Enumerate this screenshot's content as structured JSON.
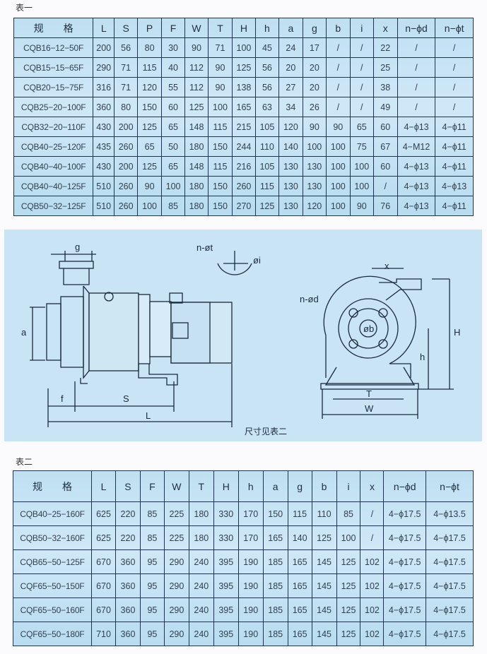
{
  "table1": {
    "caption": "表一",
    "headers": [
      "规　　格",
      "L",
      "S",
      "P",
      "F",
      "W",
      "T",
      "H",
      "h",
      "a",
      "g",
      "b",
      "i",
      "x",
      "n−ϕd",
      "n−ϕt"
    ],
    "rows": [
      [
        "CQB16−12−50F",
        "200",
        "56",
        "80",
        "30",
        "90",
        "71",
        "100",
        "45",
        "24",
        "17",
        "/",
        "/",
        "22",
        "/",
        "/"
      ],
      [
        "CQB15−15−65F",
        "290",
        "71",
        "115",
        "40",
        "112",
        "90",
        "125",
        "56",
        "20",
        "20",
        "/",
        "/",
        "25",
        "/",
        "/"
      ],
      [
        "CQB20−15−75F",
        "316",
        "71",
        "120",
        "55",
        "112",
        "90",
        "138",
        "56",
        "27",
        "20",
        "/",
        "/",
        "38",
        "/",
        "/"
      ],
      [
        "CQB25−20−100F",
        "360",
        "80",
        "150",
        "60",
        "125",
        "100",
        "165",
        "63",
        "34",
        "26",
        "/",
        "/",
        "49",
        "/",
        "/"
      ],
      [
        "CQB32−20−110F",
        "430",
        "200",
        "125",
        "65",
        "148",
        "115",
        "215",
        "105",
        "120",
        "90",
        "90",
        "65",
        "60",
        "4−ϕ13",
        "4−ϕ11"
      ],
      [
        "CQB40−25−120F",
        "435",
        "260",
        "65",
        "50",
        "180",
        "150",
        "244",
        "110",
        "140",
        "100",
        "100",
        "75",
        "67",
        "4−M12",
        "4−ϕ11"
      ],
      [
        "CQB40−40−100F",
        "430",
        "200",
        "125",
        "65",
        "148",
        "115",
        "216",
        "105",
        "130",
        "130",
        "100",
        "100",
        "60",
        "4−ϕ13",
        "4−ϕ11"
      ],
      [
        "CQB40−40−125F",
        "510",
        "260",
        "90",
        "100",
        "180",
        "150",
        "260",
        "115",
        "130",
        "130",
        "100",
        "100",
        "/",
        "4−ϕ13",
        "4−ϕ13"
      ],
      [
        "CQB50−32−125F",
        "510",
        "260",
        "100",
        "85",
        "180",
        "150",
        "270",
        "125",
        "130",
        "120",
        "100",
        "90",
        "76",
        "4−ϕ13",
        "4−ϕ11"
      ]
    ]
  },
  "diagram": {
    "note": "尺寸见表二",
    "labels": {
      "g": "g",
      "a": "a",
      "f": "f",
      "S": "S",
      "L": "L",
      "n_phi_t": "n-øt",
      "phi_i": "øi",
      "x": "x",
      "n_phi_d": "n-ød",
      "phi_b": "øb",
      "H": "H",
      "h": "h",
      "T": "T",
      "W": "W"
    }
  },
  "table2": {
    "caption": "表二",
    "headers": [
      "规　　格",
      "L",
      "S",
      "F",
      "W",
      "T",
      "H",
      "h",
      "a",
      "g",
      "b",
      "i",
      "x",
      "n−ϕd",
      "n−ϕt"
    ],
    "rows": [
      [
        "CQB40−25−160F",
        "625",
        "220",
        "85",
        "225",
        "180",
        "330",
        "170",
        "150",
        "115",
        "110",
        "85",
        "/",
        "4−ϕ17.5",
        "4−ϕ13.5"
      ],
      [
        "CQB50−32−160F",
        "625",
        "220",
        "85",
        "225",
        "180",
        "330",
        "170",
        "165",
        "140",
        "125",
        "100",
        "/",
        "4−ϕ17.5",
        "4−ϕ17.5"
      ],
      [
        "CQB65−50−125F",
        "670",
        "360",
        "95",
        "290",
        "240",
        "395",
        "190",
        "185",
        "165",
        "145",
        "125",
        "102",
        "4−ϕ17.5",
        "4−ϕ17.5"
      ],
      [
        "CQF65−50−150F",
        "670",
        "360",
        "95",
        "290",
        "240",
        "395",
        "190",
        "185",
        "165",
        "145",
        "125",
        "102",
        "4−ϕ17.5",
        "4−ϕ17.5"
      ],
      [
        "CQF65−50−160F",
        "670",
        "360",
        "95",
        "290",
        "240",
        "395",
        "190",
        "185",
        "165",
        "145",
        "125",
        "102",
        "4−ϕ17.5",
        "4−ϕ17.5"
      ],
      [
        "CQF65−50−180F",
        "710",
        "360",
        "95",
        "290",
        "240",
        "395",
        "190",
        "185",
        "165",
        "145",
        "125",
        "102",
        "4−ϕ17.5",
        "4−ϕ17.5"
      ]
    ]
  }
}
